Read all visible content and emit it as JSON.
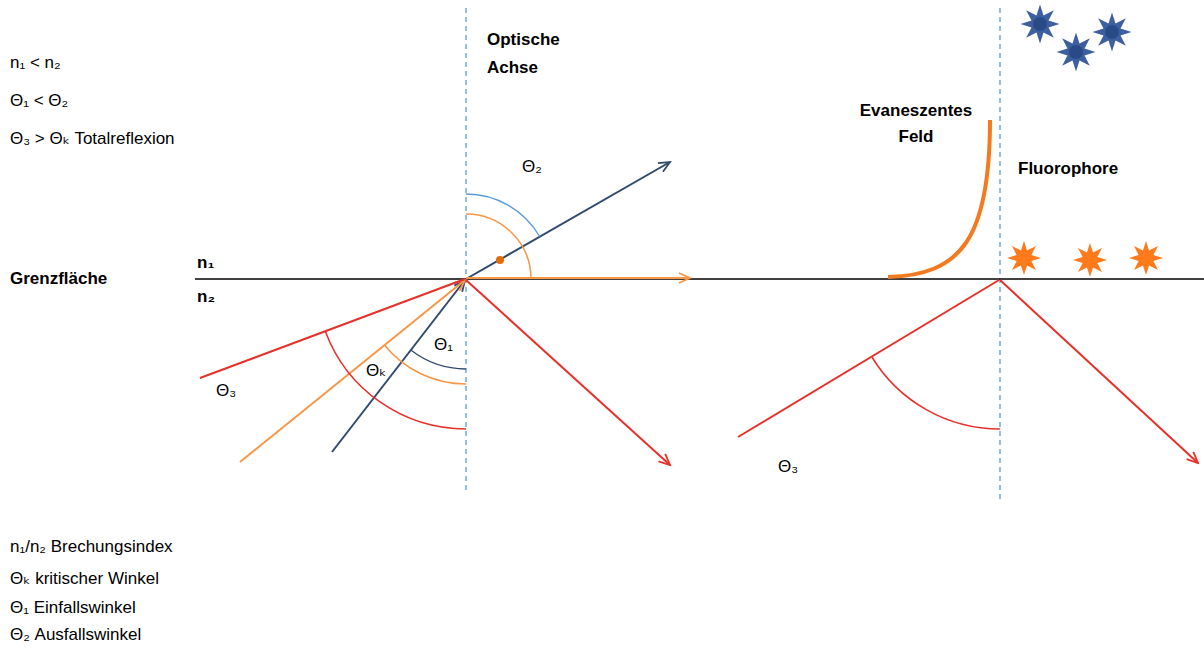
{
  "diagram": {
    "labels": [
      "n₁ < n₂",
      "Θ₁ < Θ₂",
      "Θ₃ > Θₖ Totalreflexion",
      "Optische Achse",
      "Θ₂",
      "Grenzfläche",
      "n₁",
      "n₂",
      "Θ₁",
      "Θₖ",
      "Θ₃",
      "Evaneszentes Feld",
      "Fluorophore",
      "Θ₃",
      "n₁/n₂ Brechungsindex",
      "Θₖ kritischer Winkel",
      "Θ₁ Einfallswinkel",
      "Θ₂ Ausfallswinkel"
    ]
  }
}
